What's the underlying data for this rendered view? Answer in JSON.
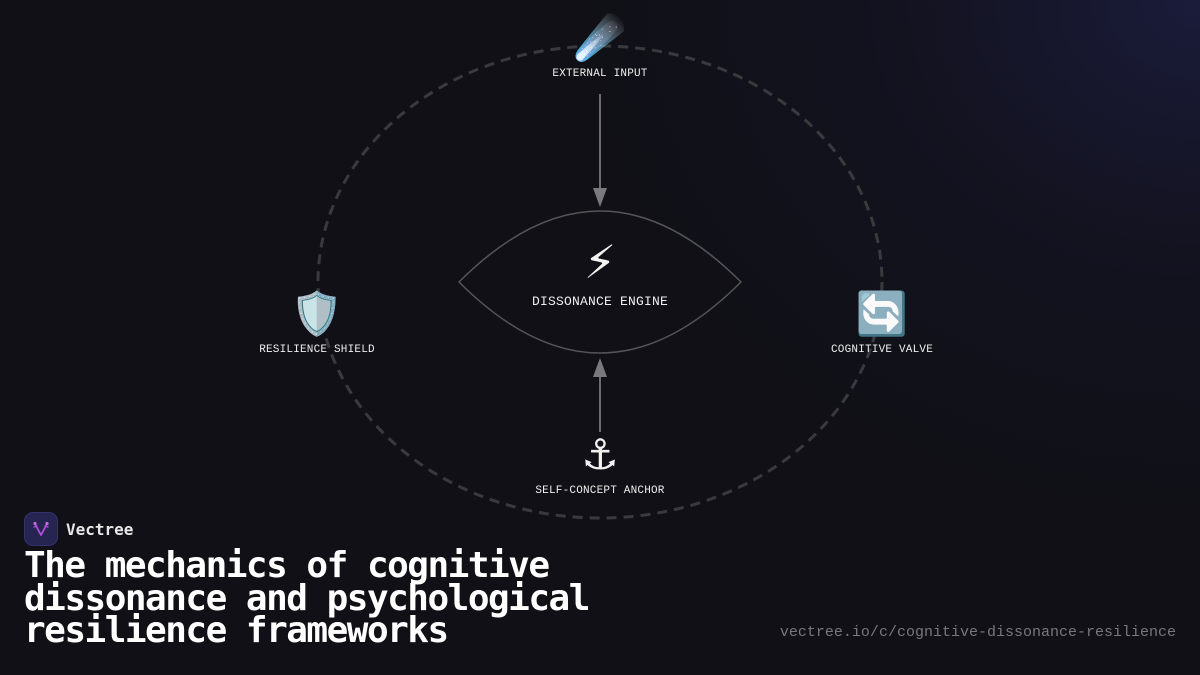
{
  "diagram": {
    "center": {
      "icon": "⚡",
      "icon_name": "lightning-icon",
      "label": "DISSONANCE ENGINE"
    },
    "nodes": {
      "top": {
        "icon": "☄️",
        "icon_name": "comet-icon",
        "label": "EXTERNAL INPUT"
      },
      "left": {
        "icon": "🛡️",
        "icon_name": "shield-icon",
        "label": "RESILIENCE SHIELD"
      },
      "right": {
        "icon": "🔄",
        "icon_name": "cycle-arrows-icon",
        "label": "COGNITIVE VALVE"
      },
      "bottom": {
        "icon": "⚓",
        "icon_name": "anchor-icon",
        "label": "SELF-CONCEPT ANCHOR"
      }
    },
    "edges": [
      {
        "from": "EXTERNAL INPUT",
        "to": "DISSONANCE ENGINE"
      },
      {
        "from": "SELF-CONCEPT ANCHOR",
        "to": "DISSONANCE ENGINE"
      }
    ],
    "colors": {
      "background": "#101016",
      "dashed_ring": "#3a3a3e",
      "lens_stroke": "#555558",
      "arrow": "#8a8a8e"
    }
  },
  "footer": {
    "brand_name": "Vectree",
    "brand_color": "#b04fd6",
    "title": "The mechanics of cognitive dissonance and psychological resilience frameworks",
    "url": "vectree.io/c/cognitive-dissonance-resilience"
  }
}
